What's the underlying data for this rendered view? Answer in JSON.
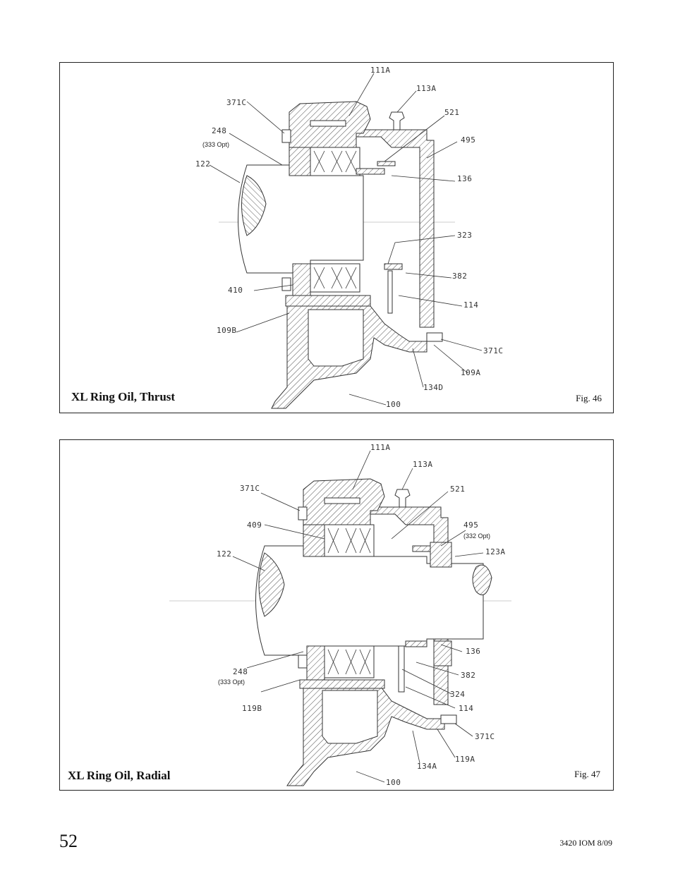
{
  "figures": [
    {
      "title": "XL Ring Oil, Thrust",
      "fig_label": "Fig. 46",
      "callouts": [
        "111A",
        "113A",
        "371C",
        "521",
        "248",
        "495",
        "122",
        "136",
        "323",
        "382",
        "410",
        "114",
        "109B",
        "371C",
        "109A",
        "134D",
        "100"
      ],
      "notes": [
        "(333 Opt)"
      ]
    },
    {
      "title": "XL Ring Oil, Radial",
      "fig_label": "Fig. 47",
      "callouts": [
        "111A",
        "113A",
        "371C",
        "521",
        "409",
        "495",
        "122",
        "123A",
        "136",
        "248",
        "382",
        "324",
        "114",
        "119B",
        "371C",
        "134A",
        "119A",
        "100"
      ],
      "notes": [
        "(332 Opt)",
        "(333 Opt)"
      ]
    }
  ],
  "footer": {
    "page_number": "52",
    "doc_ref": "3420 IOM  8/09"
  }
}
